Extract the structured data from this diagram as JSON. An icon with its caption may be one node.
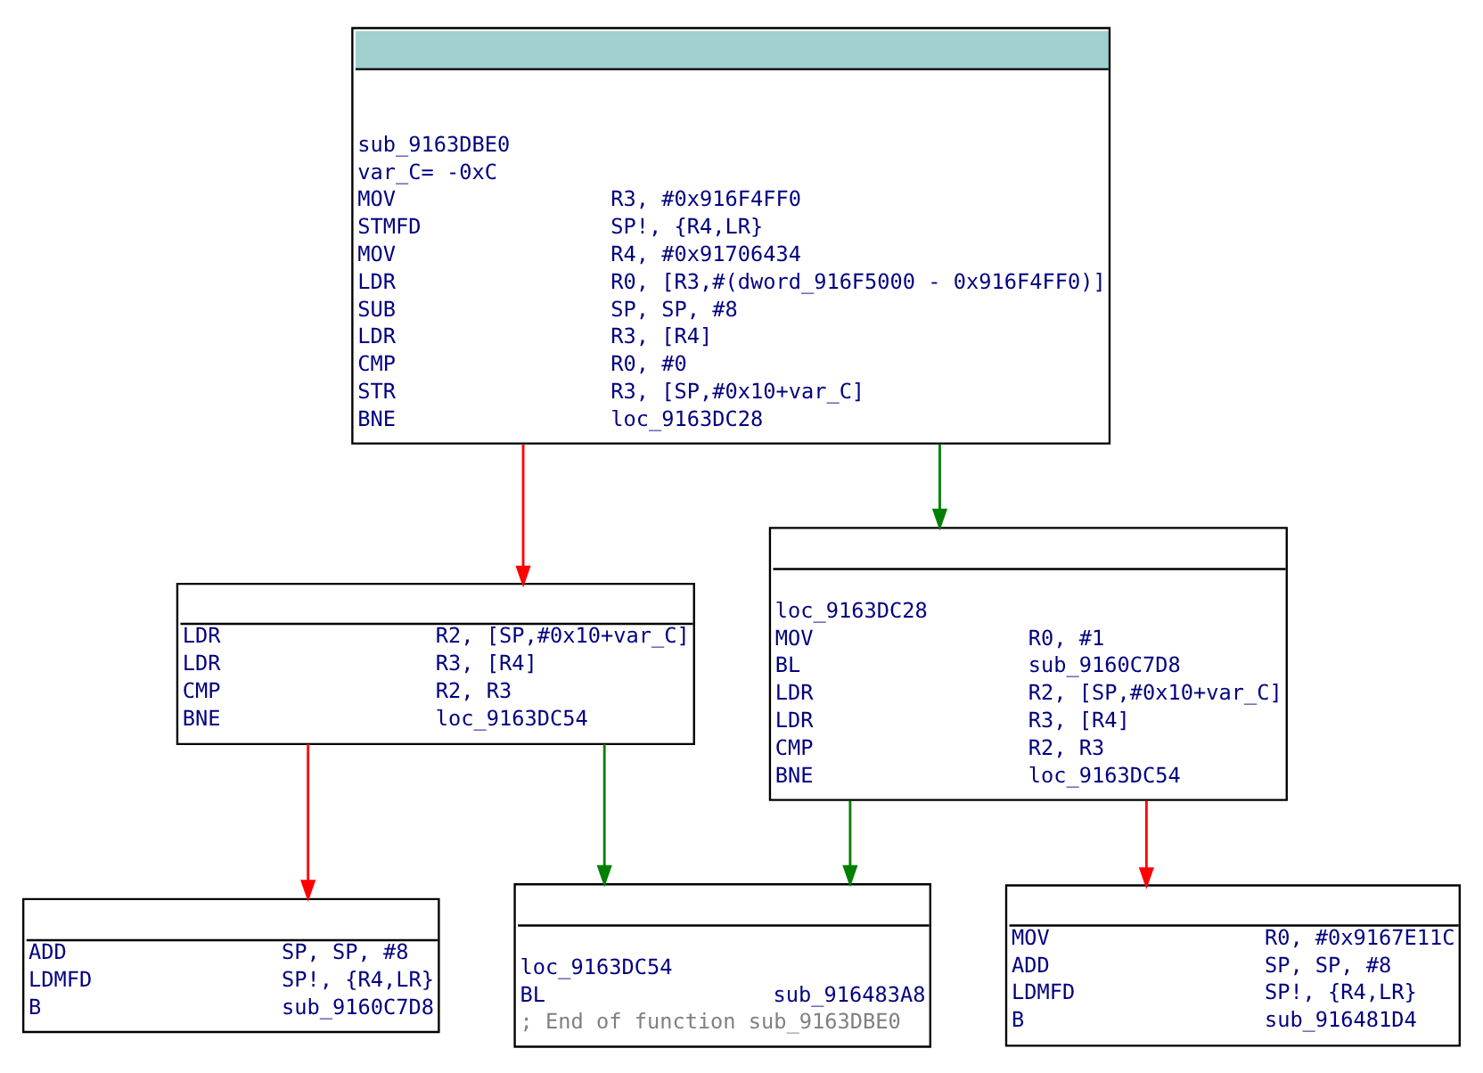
{
  "diagram": {
    "nodes": [
      {
        "text": [
          "sub_9163DBE0",
          "var_C= -0xC",
          "MOV R3, #0x916F4FF0",
          "STMFD SP!, {R4,LR}",
          "MOV R4, #0x91706434",
          "LDR R0, [R3,#(dword_916F5000 - 0x916F4FF0)]",
          "SUB SP, SP, #8",
          "LDR R3, [R4]",
          "CMP R0, #0",
          "STR R3, [SP,#0x10+var_C]",
          "BNE loc_9163DC28"
        ]
      },
      {
        "text": [
          "LDR R2, [SP,#0x10+var_C]",
          "LDR R3, [R4]",
          "CMP R2, R3",
          "BNE loc_9163DC54"
        ]
      },
      {
        "text": [
          "loc_9163DC28",
          "MOV R0, #1",
          "BL sub_9160C7D8",
          "LDR R2, [SP,#0x10+var_C]",
          "LDR R3, [R4]",
          "CMP R2, R3",
          "BNE loc_9163DC54"
        ]
      },
      {
        "text": [
          "ADD SP, SP, #8",
          "LDMFD SP!, {R4,LR}",
          "B sub_9160C7D8"
        ]
      },
      {
        "text": [
          "loc_9163DC54",
          "BL sub_916483A8",
          "; End of function sub_9163DBE0"
        ]
      },
      {
        "text": [
          "MOV R0, #0x9167E11C",
          "ADD SP, SP, #8",
          "LDMFD SP!, {R4,LR}",
          "B sub_916481D4"
        ]
      }
    ],
    "edges": [
      {
        "from": 0,
        "to": 1,
        "arrow": "to",
        "color": "#ff0000"
      },
      {
        "from": 0,
        "to": 2,
        "arrow": "to",
        "color": "#008000"
      },
      {
        "from": 1,
        "to": 3,
        "arrow": "to",
        "color": "#ff0000"
      },
      {
        "from": 1,
        "to": 4,
        "arrow": "to",
        "color": "#008000"
      },
      {
        "from": 2,
        "to": 4,
        "arrow": "to",
        "color": "#008000"
      },
      {
        "from": 2,
        "to": 5,
        "arrow": "to",
        "color": "#ff0000"
      }
    ]
  }
}
